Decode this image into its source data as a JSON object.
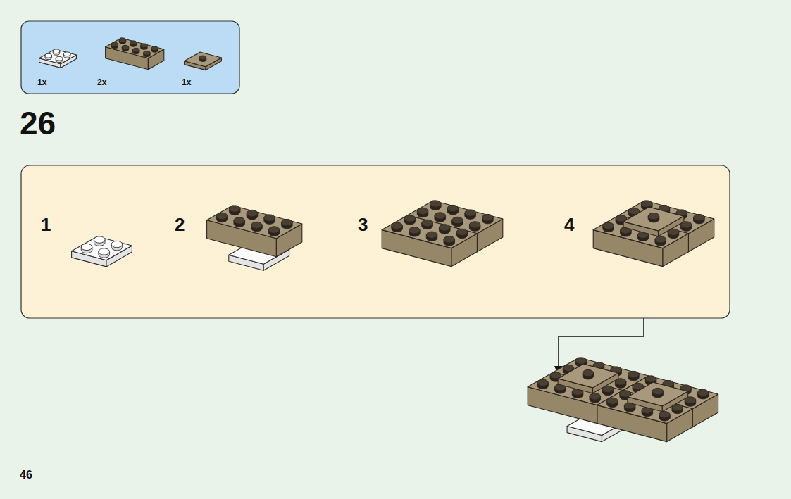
{
  "diagram": {
    "labels": [
      "1x",
      "2x",
      "1x",
      "26",
      "1",
      "2",
      "3",
      "4",
      "46"
    ]
  }
}
